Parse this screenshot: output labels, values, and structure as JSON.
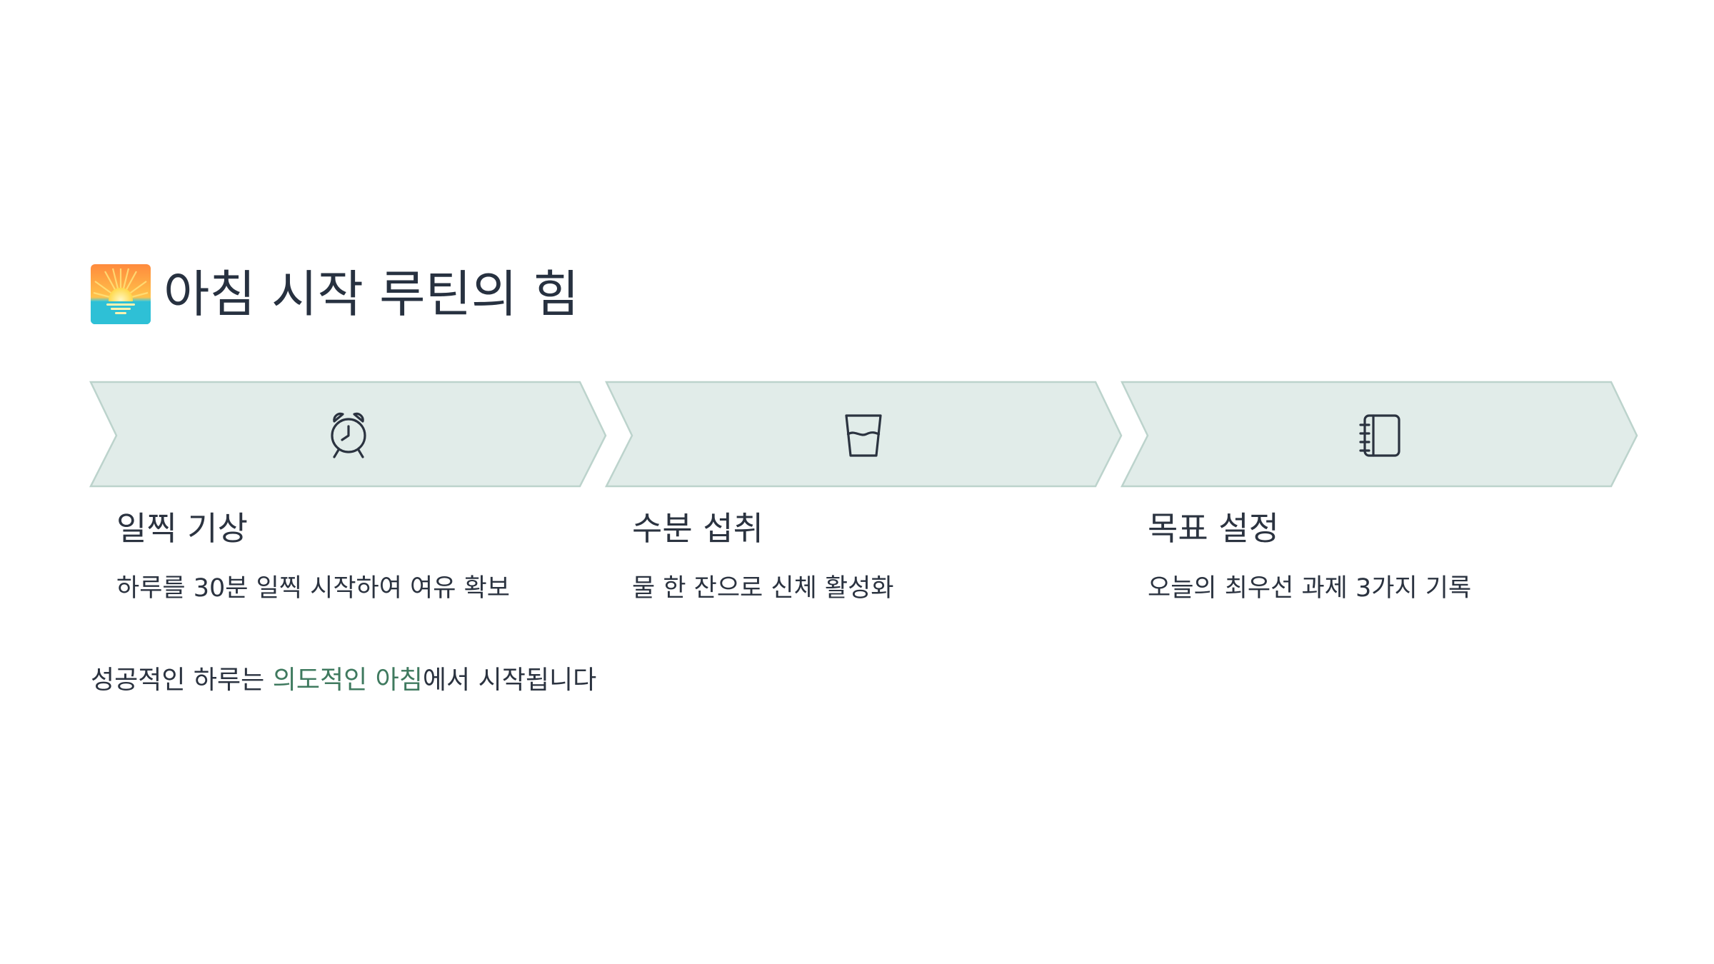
{
  "title": {
    "icon": "sunrise-icon",
    "text": "아침 시작 루틴의 힘"
  },
  "steps": [
    {
      "icon": "alarm-clock-icon",
      "title": "일찍 기상",
      "description": "하루를 30분 일찍 시작하여 여유 확보"
    },
    {
      "icon": "water-glass-icon",
      "title": "수분 섭취",
      "description": "물 한 잔으로 신체 활성화"
    },
    {
      "icon": "notebook-icon",
      "title": "목표 설정",
      "description": "오늘의 최우선 과제 3가지 기록"
    }
  ],
  "tagline": {
    "before": "성공적인 하루는 ",
    "highlight": "의도적인 아침",
    "after": "에서 시작됩니다"
  },
  "colors": {
    "text": "#2b3340",
    "chevron_fill": "#e1ece9",
    "chevron_stroke": "#bcd3cc",
    "accent": "#3f7a5f",
    "background": "#ffffff"
  }
}
